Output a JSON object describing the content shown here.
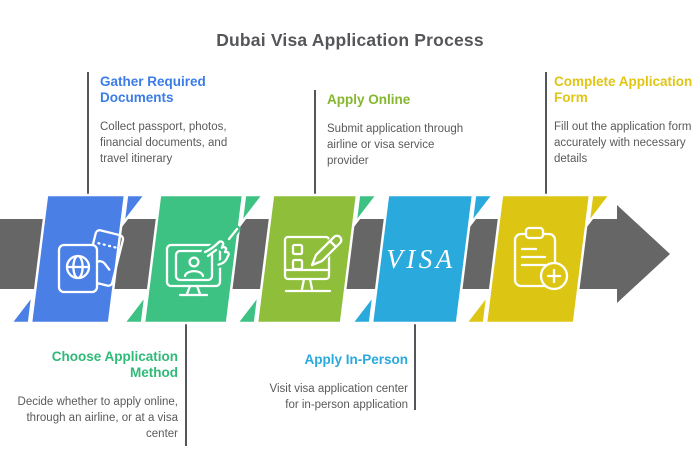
{
  "title": "Dubai Visa Application Process",
  "steps": [
    {
      "heading": "Gather Required Documents",
      "description": "Collect passport, photos, financial documents, and travel itinerary",
      "color": "#4a80e6",
      "heading_color": "#3b7ce7",
      "icon": "passport-tickets-icon",
      "label_position": "top"
    },
    {
      "heading": "Choose Application Method",
      "description": "Decide whether to apply online, through an airline, or at a visa center",
      "color": "#3dc283",
      "heading_color": "#2fba78",
      "icon": "tap-register-icon",
      "label_position": "bottom"
    },
    {
      "heading": "Apply Online",
      "description": "Submit application through airline or visa service provider",
      "color": "#8ebe3a",
      "heading_color": "#85b72e",
      "icon": "form-edit-icon",
      "label_position": "top"
    },
    {
      "heading": "Apply In-Person",
      "description": "Visit visa application center for in-person application",
      "color": "#29a9dc",
      "heading_color": "#29a9dc",
      "icon": "visa-text",
      "icon_text": "VISA",
      "label_position": "bottom"
    },
    {
      "heading": "Complete Application Form",
      "description": "Fill out the application form accurately with necessary details",
      "color": "#ddc613",
      "heading_color": "#e0c515",
      "icon": "clipboard-add-icon",
      "label_position": "top"
    }
  ],
  "colors": {
    "arrow": "#666666",
    "title": "#55565a",
    "body_text": "#5a5a5a",
    "connector": "#55565b"
  }
}
